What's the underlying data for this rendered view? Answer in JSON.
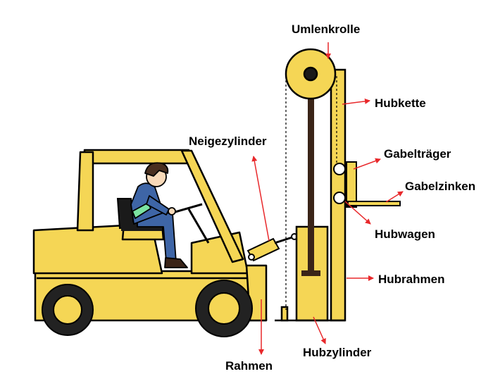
{
  "labels": {
    "umlenkrolle": "Umlenkrolle",
    "hubkette": "Hubkette",
    "gabeltraeger": "Gabelträger",
    "gabelzinken": "Gabelzinken",
    "hubwagen": "Hubwagen",
    "hubrahmen": "Hubrahmen",
    "hubzylinder": "Hubzylinder",
    "rahmen": "Rahmen",
    "neigezylinder": "Neigezylinder"
  },
  "colors": {
    "body": "#F5D655",
    "outline": "#000000",
    "arrow": "#E8282B",
    "wheel_outer": "#222222",
    "wheel_inner": "#F5D655",
    "rod": "#3A2418",
    "overall": "#3E65A6",
    "vest": "#7BE3A1",
    "hair": "#4A3020",
    "skin": "#F8D9B8",
    "seat": "#1A1A1A"
  }
}
